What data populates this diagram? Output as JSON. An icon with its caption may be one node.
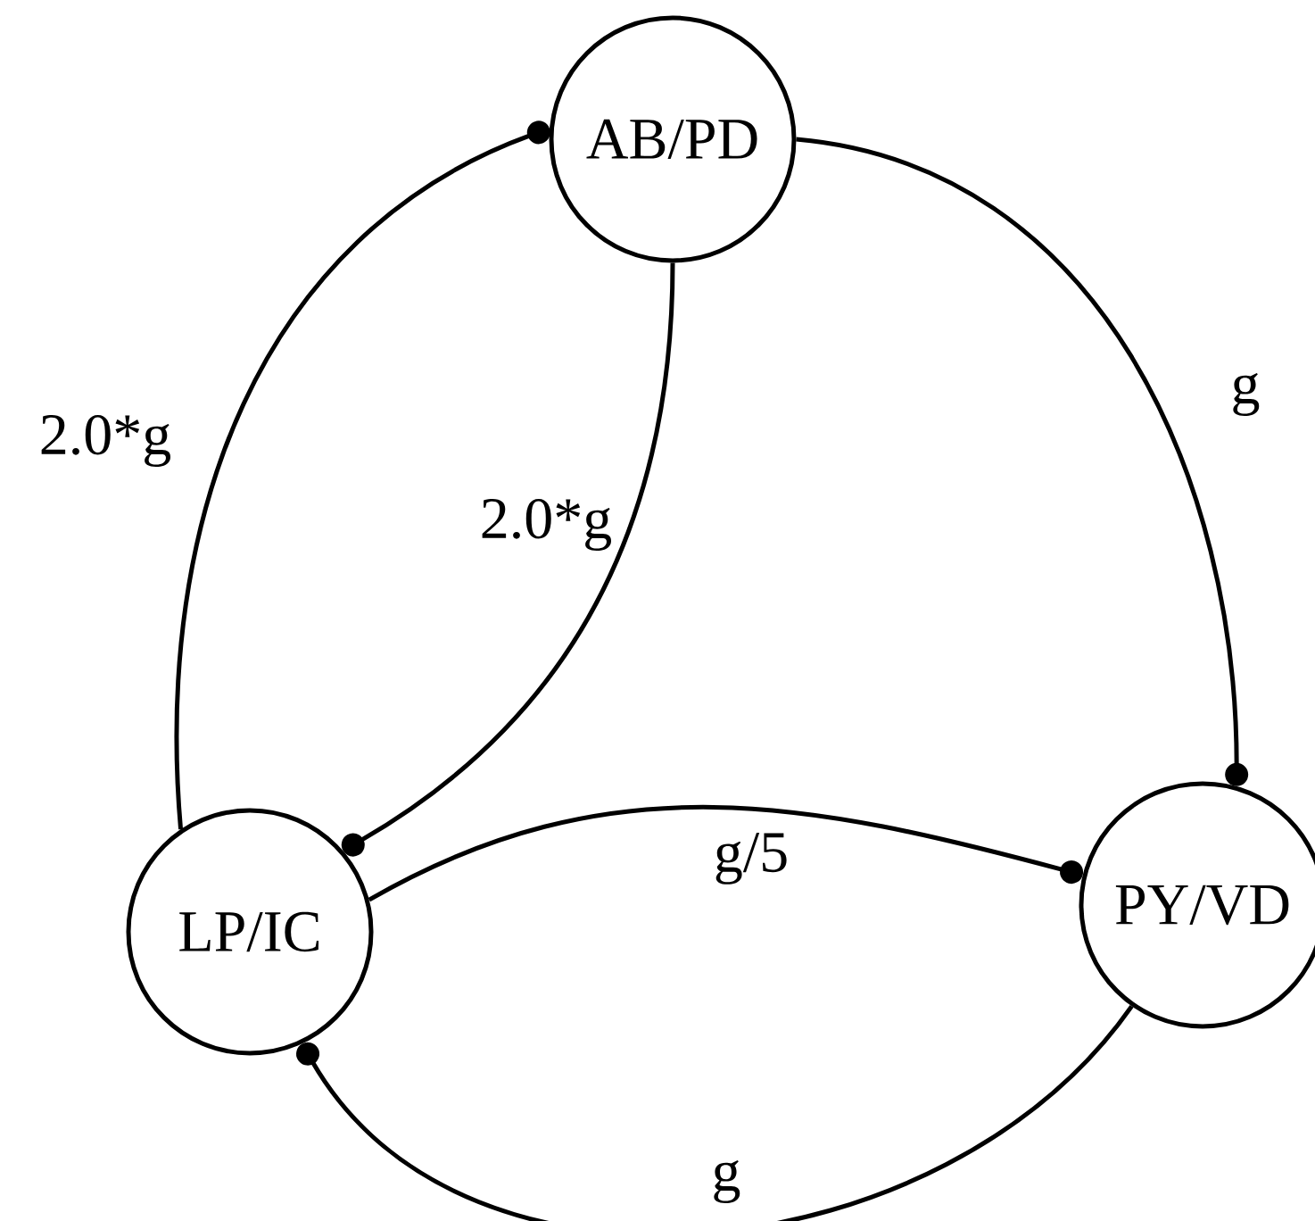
{
  "diagram": {
    "nodes": [
      {
        "text": [
          "AB/PD"
        ]
      },
      {
        "text": [
          "LP/IC"
        ]
      },
      {
        "text": [
          "PY/VD"
        ]
      }
    ],
    "edges": [
      {
        "from": 0,
        "to": 2,
        "arrow": "other",
        "label": "g"
      },
      {
        "from": 1,
        "to": 0,
        "arrow": "other",
        "label": "2.0*g"
      },
      {
        "from": 0,
        "to": 1,
        "arrow": "other",
        "label": "2.0*g"
      },
      {
        "from": 1,
        "to": 2,
        "arrow": "other",
        "label": "g/5"
      },
      {
        "from": 2,
        "to": 1,
        "arrow": "other",
        "label": "g"
      }
    ]
  }
}
